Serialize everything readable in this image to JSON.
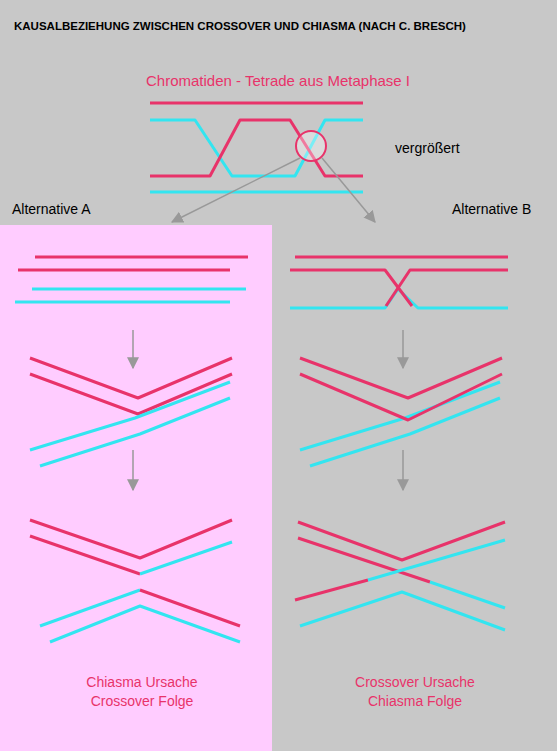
{
  "diagram": {
    "title": "KAUSALBEZIEHUNG ZWISCHEN CROSSOVER UND CHIASMA (NACH C. BRESCH)",
    "nodes": [
      {
        "text": [
          "Alternative A",
          "Chiasma Ursache",
          "Crossover Folge"
        ]
      }
    ],
    "labels": [
      "Chromatiden - Tetrade aus Metaphase I",
      "vergrößert",
      "Alternative B",
      "Crossover Ursache",
      "Chiasma Folge"
    ]
  }
}
